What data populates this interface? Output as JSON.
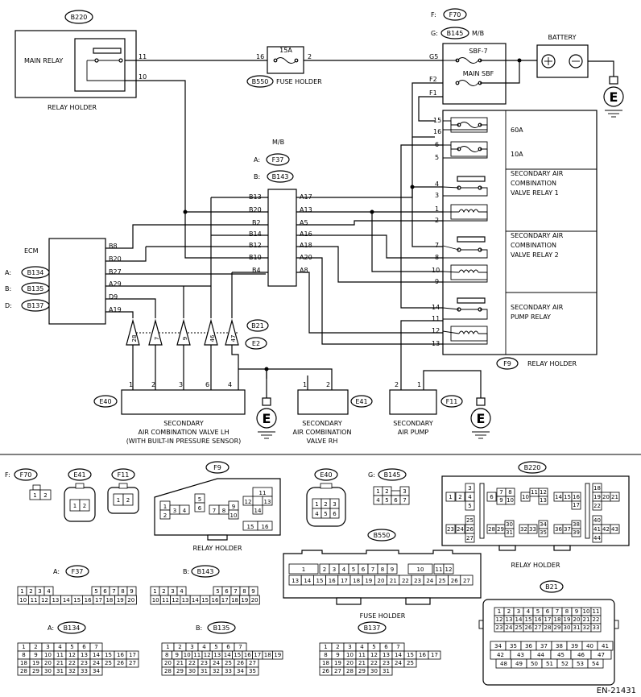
{
  "wiring": {
    "b220_tag": "B220",
    "main_relay": "MAIN RELAY",
    "relay_holder_top": "RELAY HOLDER",
    "fuse_15a": "15A",
    "b550_tag": "B550",
    "fuse_holder": "FUSE HOLDER",
    "f_prefix": "F:",
    "f70_tag": "F70",
    "g_prefix": "G:",
    "b145_tag": "B145",
    "mb": "M/B",
    "battery": "BATTERY",
    "sbf7": "SBF-7",
    "main_sbf": "MAIN SBF",
    "fuse_60a": "60A",
    "fuse_10a": "10A",
    "relay1": [
      "SECONDARY AIR",
      "COMBINATION",
      "VALVE RELAY 1"
    ],
    "relay2": [
      "SECONDARY AIR",
      "COMBINATION",
      "VALVE RELAY 2"
    ],
    "relay3": [
      "SECONDARY AIR",
      "PUMP RELAY"
    ],
    "f9_tag": "F9",
    "relay_holder_right": "RELAY HOLDER",
    "mb_label": "M/B",
    "a_prefix": "A:",
    "f37_tag": "F37",
    "b_prefix": "B:",
    "b143_tag": "B143",
    "ecm": "ECM",
    "b134_tag": "B134",
    "b135_tag": "B135",
    "d_prefix": "D:",
    "b137_tag": "B137",
    "b21_tag": "B21",
    "e2_tag": "E2",
    "e40_tag": "E40",
    "e41_tag": "E41",
    "f11_tag": "F11",
    "valve_lh": [
      "SECONDARY",
      "AIR COMBINATION VALVE LH",
      "(WITH BUILT-IN PRESSURE SENSOR)"
    ],
    "valve_rh": [
      "SECONDARY",
      "AIR COMBINATION",
      "VALVE RH"
    ],
    "air_pump": [
      "SECONDARY",
      "AIR PUMP"
    ],
    "ground": "E",
    "pin_11": "11",
    "pin_10": "10",
    "pin_16": "16",
    "pin_2": "2",
    "pin_g5": "G5",
    "pin_f2": "F2",
    "pin_f1": "F1",
    "mb_left": [
      "B13",
      "B20",
      "B2",
      "B14",
      "B12",
      "B10",
      "B4"
    ],
    "mb_right": [
      "A17",
      "A13",
      "A5",
      "A16",
      "A18",
      "A20",
      "A8"
    ],
    "ecm_pins": [
      "B8",
      "B20",
      "B27",
      "A29",
      "D9",
      "A19"
    ],
    "rh_pins": [
      "15",
      "16",
      "6",
      "5",
      "4",
      "3",
      "1",
      "2",
      "7",
      "8",
      "10",
      "9",
      "14",
      "11",
      "12",
      "13"
    ],
    "tri_pins": [
      "28",
      "7",
      "9",
      "46",
      "47"
    ],
    "e40_pins": [
      "1",
      "2",
      "3",
      "6",
      "4"
    ],
    "e41_pins": [
      "1",
      "2"
    ],
    "f11_pins": [
      "2",
      "1"
    ]
  },
  "connectors": {
    "f70_label": "F70",
    "f70_cells": [
      "1",
      "2"
    ],
    "e41_label": "E41",
    "e41_cells": [
      "1",
      "2"
    ],
    "f11_label": "F11",
    "f11_cells": [
      "1",
      "2"
    ],
    "f9_label": "F9",
    "f9_cells": [
      "1",
      "2",
      "3",
      "4",
      "5",
      "6",
      "7",
      "8",
      "9",
      "10",
      "11",
      "12",
      "13",
      "14",
      "15",
      "16"
    ],
    "relay_holder_caption": "RELAY HOLDER",
    "e40_label": "E40",
    "e40_cells": [
      "1",
      "2",
      "3",
      "4",
      "5",
      "6"
    ],
    "g_prefix": "G:",
    "b145_label": "B145",
    "b145_cells": [
      "1",
      "2",
      "3",
      "4",
      "5",
      "6",
      "7"
    ],
    "b220_label": "B220",
    "b220_caption": "RELAY HOLDER",
    "b220_cells": [
      "1",
      "2",
      "3",
      "4",
      "5",
      "6",
      "7",
      "8",
      "9",
      "10",
      "11",
      "12",
      "13",
      "14",
      "15",
      "16",
      "17",
      "18",
      "19",
      "20",
      "21",
      "22",
      "23",
      "24",
      "25",
      "26",
      "27",
      "28",
      "29",
      "30",
      "31",
      "32",
      "33",
      "34",
      "35",
      "36",
      "37",
      "38",
      "39",
      "40",
      "41",
      "42",
      "43",
      "44"
    ],
    "b550_label": "B550",
    "b550_caption": "FUSE HOLDER",
    "b550_row1": [
      "1",
      "2",
      "3",
      "4",
      "5",
      "6",
      "7",
      "8",
      "9",
      "10",
      "11",
      "12"
    ],
    "b550_row2": [
      "13",
      "14",
      "15",
      "16",
      "17",
      "18",
      "19",
      "20",
      "21",
      "22",
      "23",
      "24",
      "25",
      "26",
      "27"
    ],
    "a_prefix": "A:",
    "f37_label": "F37",
    "f37_row1": [
      "1",
      "2",
      "3",
      "4",
      "5",
      "6",
      "7",
      "8",
      "9"
    ],
    "f37_row2": [
      "10",
      "11",
      "12",
      "13",
      "14",
      "15",
      "16",
      "17",
      "18",
      "19",
      "20"
    ],
    "b_prefix": "B:",
    "b143_label": "B143",
    "b143_row1": [
      "1",
      "2",
      "3",
      "4",
      "5",
      "6",
      "7",
      "8",
      "9"
    ],
    "b143_row2": [
      "10",
      "11",
      "12",
      "13",
      "14",
      "15",
      "16",
      "17",
      "18",
      "19",
      "20"
    ],
    "b21_label": "B21",
    "b21_row1": [
      "1",
      "2",
      "3",
      "4",
      "5",
      "6",
      "7",
      "8",
      "9",
      "10",
      "11"
    ],
    "b21_row2": [
      "12",
      "13",
      "14",
      "15",
      "16",
      "17",
      "18",
      "19",
      "20",
      "21",
      "22"
    ],
    "b21_row3": [
      "23",
      "24",
      "25",
      "26",
      "27",
      "28",
      "29",
      "30",
      "31",
      "32",
      "33"
    ],
    "b21_row4": [
      "34",
      "35",
      "36",
      "37",
      "38",
      "39",
      "40",
      "41"
    ],
    "b21_row5": [
      "42",
      "43",
      "44",
      "45",
      "46",
      "47"
    ],
    "b21_row6": [
      "48",
      "49",
      "50",
      "51",
      "52",
      "53",
      "54"
    ],
    "b134_label": "B134",
    "b134_rows": [
      [
        "1",
        "2",
        "3",
        "4",
        "5",
        "6",
        "7"
      ],
      [
        "8",
        "9",
        "10",
        "11",
        "12",
        "13",
        "14",
        "15",
        "16",
        "17"
      ],
      [
        "18",
        "19",
        "20",
        "21",
        "22",
        "23",
        "24",
        "25",
        "26",
        "27"
      ],
      [
        "28",
        "29",
        "30",
        "31",
        "32",
        "33",
        "34"
      ]
    ],
    "b135_label": "B135",
    "b135_rows": [
      [
        "1",
        "2",
        "3",
        "4",
        "5",
        "6",
        "7"
      ],
      [
        "8",
        "9",
        "10",
        "11",
        "12",
        "13",
        "14",
        "15",
        "16",
        "17",
        "18",
        "19"
      ],
      [
        "20",
        "21",
        "22",
        "23",
        "24",
        "25",
        "26",
        "27"
      ],
      [
        "28",
        "29",
        "30",
        "31",
        "32",
        "33",
        "34",
        "35"
      ]
    ],
    "b137_label": "B137",
    "b137_rows": [
      [
        "1",
        "2",
        "3",
        "4",
        "5",
        "6",
        "7"
      ],
      [
        "8",
        "9",
        "10",
        "11",
        "12",
        "13",
        "14",
        "15",
        "16",
        "17"
      ],
      [
        "18",
        "19",
        "20",
        "21",
        "22",
        "23",
        "24",
        "25"
      ],
      [
        "26",
        "27",
        "28",
        "29",
        "30",
        "31"
      ]
    ],
    "doc_code": "EN-21431"
  }
}
